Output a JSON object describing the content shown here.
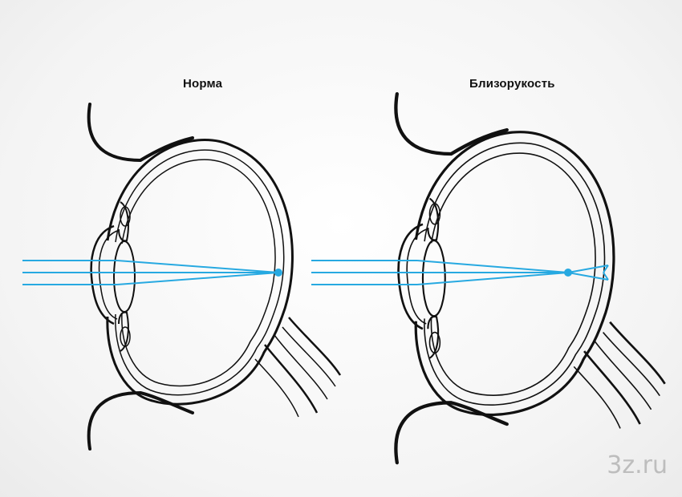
{
  "titles": {
    "normal": "Норма",
    "myopia": "Близорукость"
  },
  "watermark": "3z.ru",
  "colors": {
    "ray": "#27a9e1",
    "line": "#111111",
    "background": "#ffffff"
  }
}
